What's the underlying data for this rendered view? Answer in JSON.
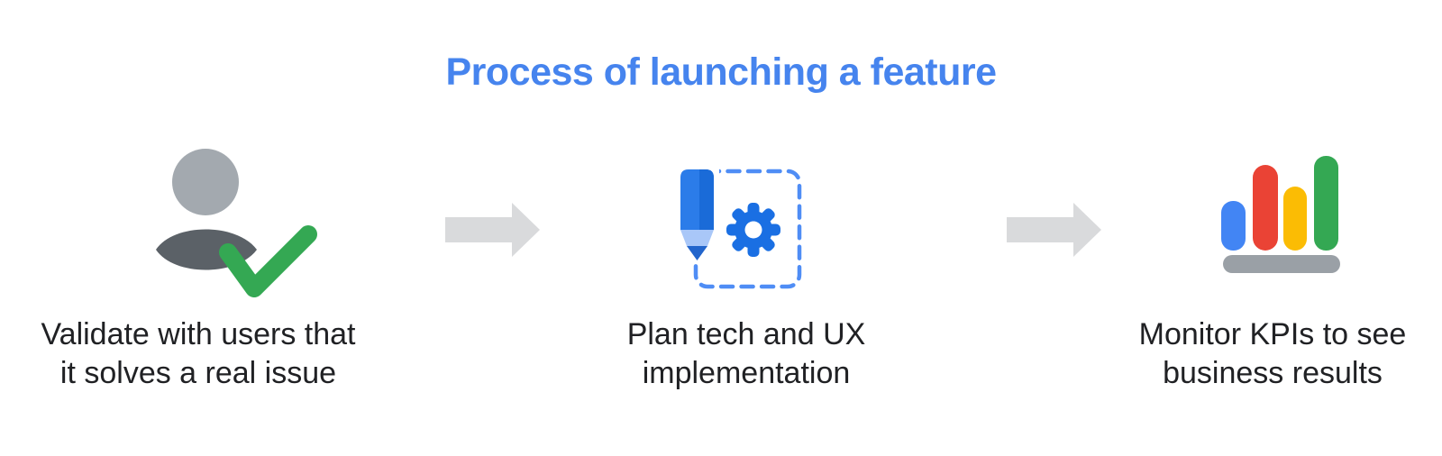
{
  "title": {
    "text": "Process of launching a feature",
    "color": "#4684ee"
  },
  "steps": [
    {
      "id": "validate",
      "icon": "user-check-icon",
      "caption_line1": "Validate with users that",
      "caption_line2": "it solves a real issue"
    },
    {
      "id": "plan",
      "icon": "pencil-gear-icon",
      "caption_line1": "Plan tech and UX",
      "caption_line2": "implementation"
    },
    {
      "id": "monitor",
      "icon": "bar-chart-icon",
      "caption_line1": "Monitor KPIs to see",
      "caption_line2": "business results"
    }
  ],
  "connectors": [
    {
      "icon": "right-arrow-icon"
    },
    {
      "icon": "right-arrow-icon"
    }
  ],
  "colors": {
    "title_blue": "#4684ee",
    "text_dark": "#202124",
    "arrow_gray": "#d9dadc",
    "head_gray": "#a3a9af",
    "body_gray": "#5b6167",
    "check_green": "#34a853",
    "pencil_blue": "#2b7ce9",
    "pencil_blue_dark": "#1a6bd8",
    "pencil_collar_blue": "#a9c7f8",
    "pencil_tip_blue": "#2265cc",
    "gear_blue": "#1a6fe3",
    "dash_border_blue": "#4f8df5",
    "bar_blue": "#4285f4",
    "bar_red": "#ea4335",
    "bar_yellow": "#fbbc04",
    "bar_green": "#34a853",
    "bar_base_gray": "#9aa0a6"
  }
}
